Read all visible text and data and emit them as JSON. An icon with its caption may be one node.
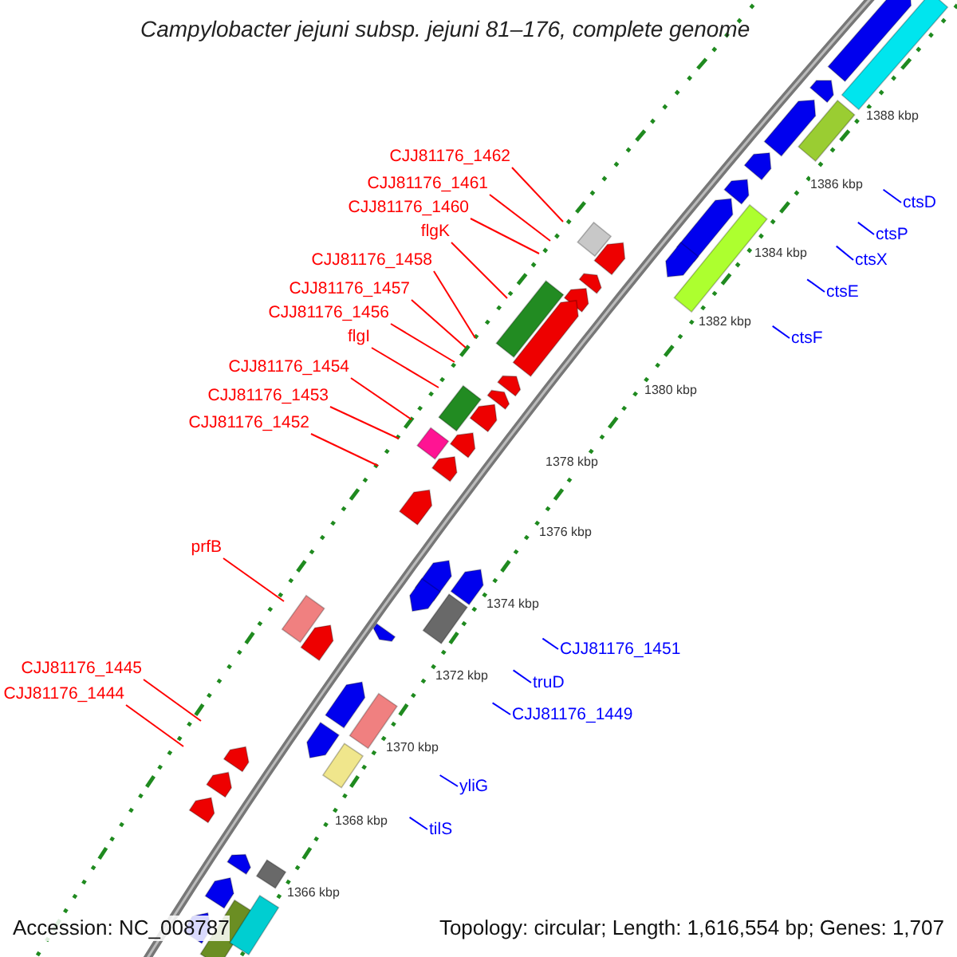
{
  "diagram": {
    "title": "Campylobacter jejuni subsp. jejuni 81–176, complete genome",
    "nodes": [
      {
        "text": [
          "CJJ81176_1462"
        ]
      },
      {
        "text": [
          "CJJ81176_1461"
        ]
      },
      {
        "text": [
          "ctsD"
        ]
      },
      {
        "text": [
          "CJJ81176_1460"
        ]
      },
      {
        "text": [
          "ctsP"
        ]
      },
      {
        "text": [
          "flgK"
        ]
      },
      {
        "text": [
          "ctsX"
        ]
      },
      {
        "text": [
          "CJJ81176_1458"
        ]
      },
      {
        "text": [
          "ctsE"
        ]
      },
      {
        "text": [
          "CJJ81176_1457"
        ]
      },
      {
        "text": [
          "CJJ81176_1456"
        ]
      },
      {
        "text": [
          "ctsF"
        ]
      },
      {
        "text": [
          "flgI"
        ]
      },
      {
        "text": [
          "CJJ81176_1454"
        ]
      },
      {
        "text": [
          "CJJ81176_1453"
        ]
      },
      {
        "text": [
          "CJJ81176_1452"
        ]
      },
      {
        "text": [
          "prfB"
        ]
      },
      {
        "text": [
          "CJJ81176_1451"
        ]
      },
      {
        "text": [
          "CJJ81176_1445"
        ]
      },
      {
        "text": [
          "truD"
        ]
      },
      {
        "text": [
          "CJJ81176_1444"
        ]
      },
      {
        "text": [
          "CJJ81176_1449"
        ]
      },
      {
        "text": [
          "yliG"
        ]
      },
      {
        "text": [
          "tilS"
        ]
      }
    ],
    "edges": [
      {
        "from": 0,
        "to": null,
        "arrow": "none"
      },
      {
        "from": 1,
        "to": null,
        "arrow": "none"
      },
      {
        "from": 2,
        "to": null,
        "arrow": "none",
        "color": "#0000ff"
      },
      {
        "from": 3,
        "to": null,
        "arrow": "none"
      },
      {
        "from": 4,
        "to": null,
        "arrow": "none",
        "color": "#0000ff"
      },
      {
        "from": 5,
        "to": null,
        "arrow": "none"
      },
      {
        "from": 6,
        "to": null,
        "arrow": "none",
        "color": "#0000ff"
      },
      {
        "from": 7,
        "to": null,
        "arrow": "none"
      },
      {
        "from": 8,
        "to": null,
        "arrow": "none",
        "color": "#0000ff"
      },
      {
        "from": 9,
        "to": null,
        "arrow": "none"
      },
      {
        "from": 10,
        "to": null,
        "arrow": "none"
      },
      {
        "from": 11,
        "to": null,
        "arrow": "none",
        "color": "#0000ff"
      },
      {
        "from": 12,
        "to": null,
        "arrow": "none"
      },
      {
        "from": 13,
        "to": null,
        "arrow": "none"
      },
      {
        "from": 14,
        "to": null,
        "arrow": "none"
      },
      {
        "from": 15,
        "to": null,
        "arrow": "none"
      },
      {
        "from": 16,
        "to": null,
        "arrow": "none"
      },
      {
        "from": 17,
        "to": null,
        "arrow": "none",
        "color": "#0000ff"
      },
      {
        "from": 18,
        "to": null,
        "arrow": "none"
      },
      {
        "from": 19,
        "to": null,
        "arrow": "none",
        "color": "#0000ff"
      },
      {
        "from": 20,
        "to": null,
        "arrow": "none"
      },
      {
        "from": 21,
        "to": null,
        "arrow": "none",
        "color": "#0000ff"
      },
      {
        "from": 22,
        "to": null,
        "arrow": "none",
        "color": "#0000ff"
      },
      {
        "from": 23,
        "to": null,
        "arrow": "none",
        "color": "#0000ff"
      }
    ],
    "labels": [
      "1388 kbp",
      "1386 kbp",
      "1384 kbp",
      "1382 kbp",
      "1380 kbp",
      "1378 kbp",
      "1376 kbp",
      "1374 kbp",
      "1372 kbp",
      "1370 kbp",
      "1368 kbp",
      "1366 kbp",
      "Accession: NC_008787",
      "Topology: circular; Length: 1,616,554 bp; Genes: 1,707"
    ]
  }
}
